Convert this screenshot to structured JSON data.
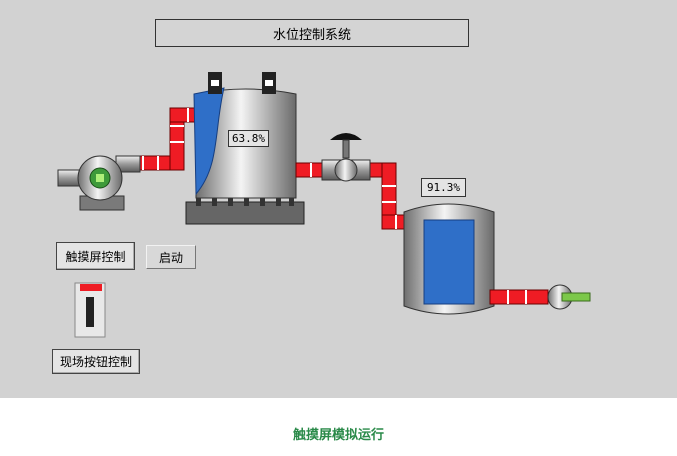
{
  "title": "水位控制系统",
  "tank1_level": "63.8%",
  "tank2_level": "91.3%",
  "touch_control_label": "触摸屏控制",
  "start_button": "启动",
  "field_control_label": "现场按钮控制",
  "caption": "触摸屏模拟运行",
  "colors": {
    "background": "#d2d2d2",
    "pipe": "#ef1c24",
    "water": "#2f6fc8",
    "caption": "#2a8a49",
    "outlet_handle": "#7cc84a"
  }
}
